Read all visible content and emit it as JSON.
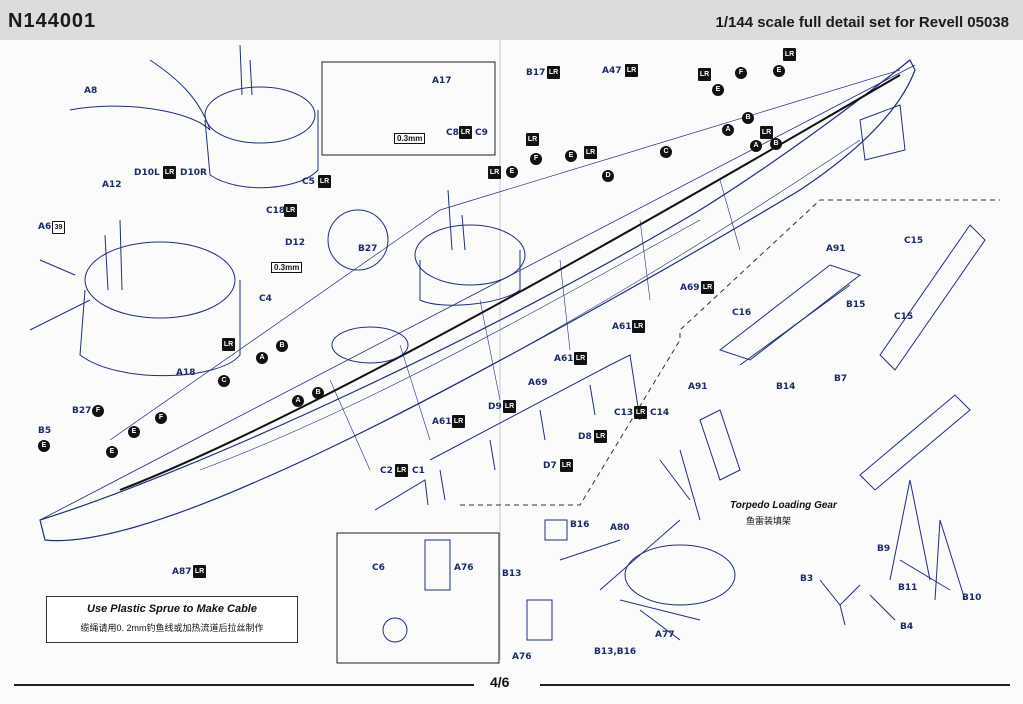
{
  "header": {
    "code": "N144001",
    "title": "1/144 scale full  detail set for Revell 05038"
  },
  "page_number": "4/6",
  "note": {
    "line1": "Use Plastic Sprue to Make Cable",
    "line2": "缆绳请用0. 2mm钓鱼线或加热流道后拉丝制作"
  },
  "torpedo": {
    "en": "Torpedo Loading Gear",
    "cn": "鱼雷装填架"
  },
  "dims": {
    "a": "0.3mm",
    "b": "0.3mm"
  },
  "parts": {
    "A8": "A8",
    "A12": "A12",
    "A6": "A6",
    "A18": "A18",
    "B5": "B5",
    "B27a": "B27",
    "B27b": "B27",
    "D10L": "D10L",
    "D10R": "D10R",
    "D12": "D12",
    "C4": "C4",
    "C5": "C5",
    "C18": "C18",
    "A17": "A17",
    "C8": "C8",
    "C9": "C9",
    "B17": "B17",
    "A47": "A47",
    "A69a": "A69",
    "A69b": "A69",
    "A61a": "A61",
    "A61b": "A61",
    "A61c": "A61",
    "D9": "D9",
    "D8": "D8",
    "D7": "D7",
    "C13": "C13",
    "C14": "C14",
    "C2": "C2",
    "C1": "C1",
    "A87": "A87",
    "A91a": "A91",
    "A91b": "A91",
    "B15": "B15",
    "C16": "C16",
    "B14": "B14",
    "B7": "B7",
    "C15a": "C15",
    "C15b": "C15",
    "B16": "B16",
    "B13": "B13",
    "A80": "A80",
    "A77": "A77",
    "A76a": "A76",
    "A76b": "A76",
    "C6": "C6",
    "B1316": "B13,B16",
    "B9": "B9",
    "B11": "B11",
    "B10": "B10",
    "B3": "B3",
    "B4": "B4"
  },
  "markers": {
    "LR": "LR",
    "six39": "39",
    "A": "A",
    "B": "B",
    "C": "C",
    "D": "D",
    "E": "E",
    "F": "F"
  }
}
